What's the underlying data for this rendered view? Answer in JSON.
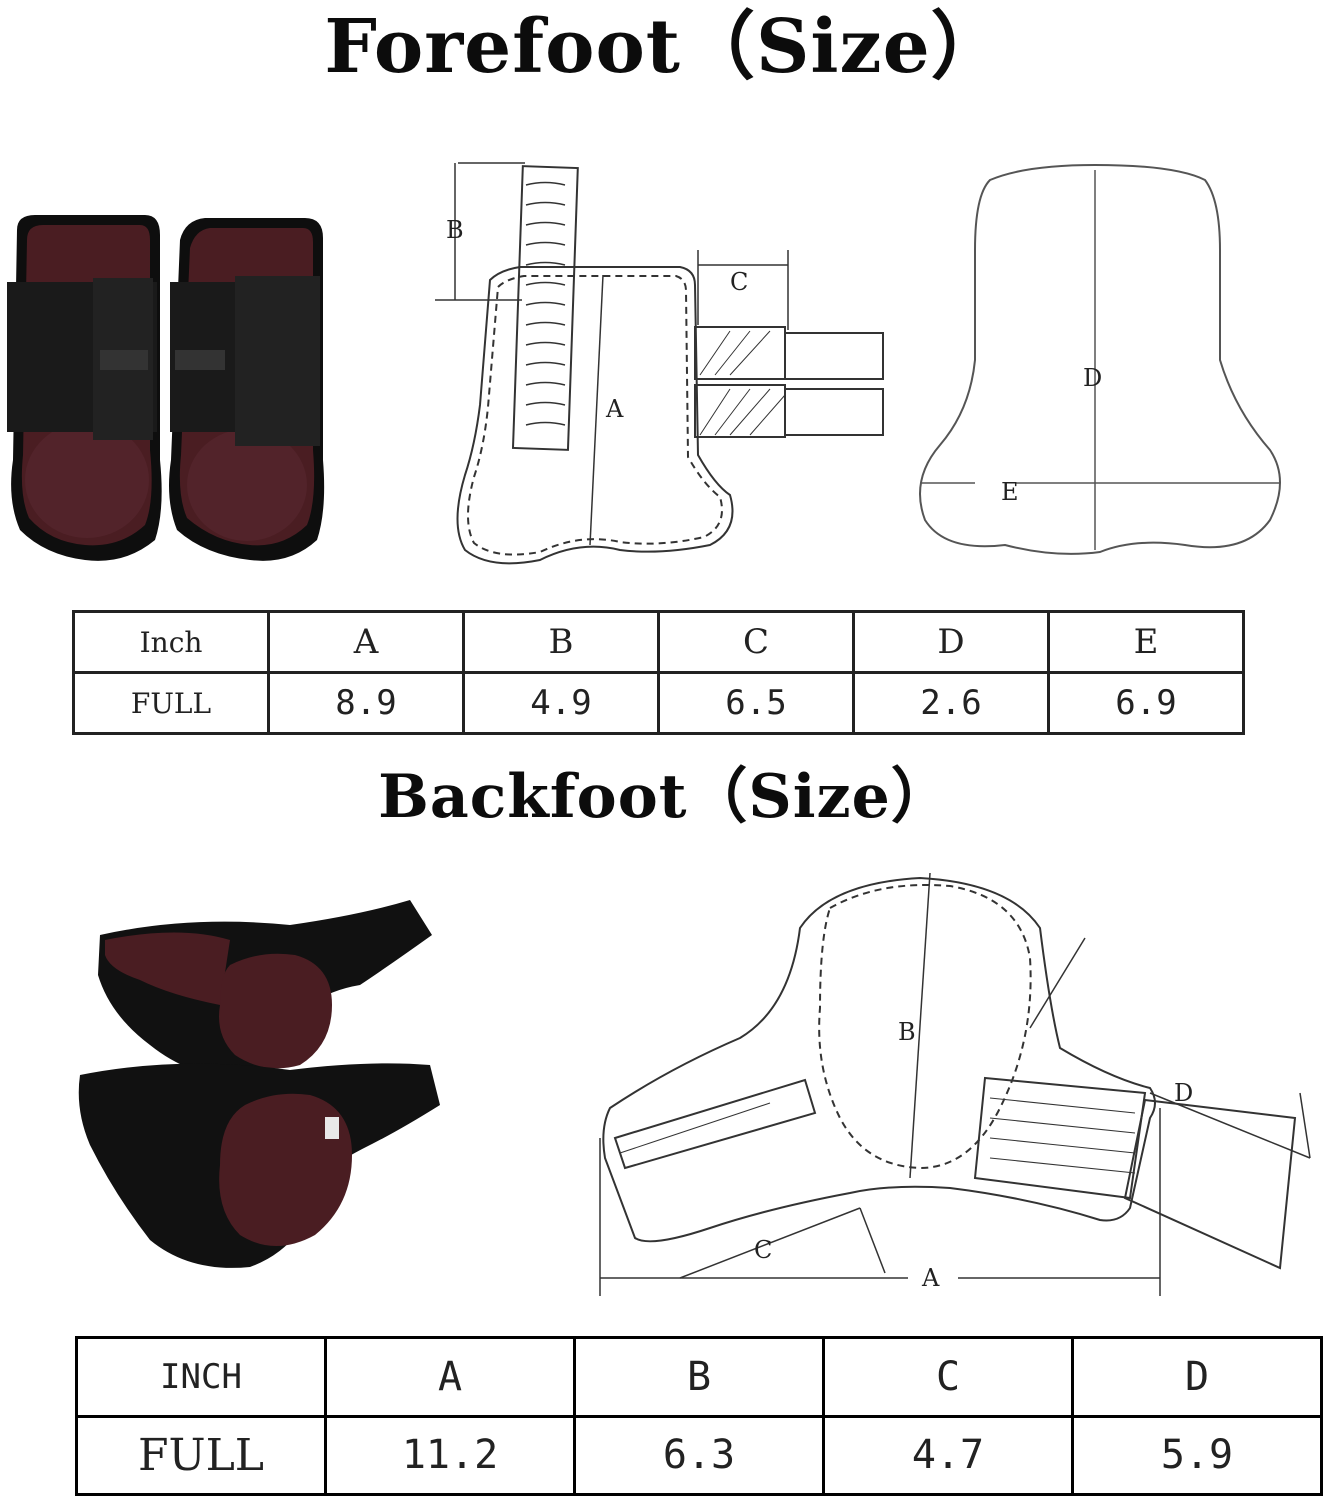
{
  "forefoot": {
    "title": "Forefoot（Size）",
    "diagram_labels": {
      "a": "A",
      "b": "B",
      "c": "C"
    },
    "outline_labels": {
      "d": "D",
      "e": "E"
    },
    "table": {
      "headers": [
        "Inch",
        "A",
        "B",
        "C",
        "D",
        "E"
      ],
      "rows": [
        [
          "FULL",
          "8.9",
          "4.9",
          "6.5",
          "2.6",
          "6.9"
        ]
      ]
    }
  },
  "backfoot": {
    "title": "Backfoot（Size）",
    "diagram_labels": {
      "a": "A",
      "b": "B",
      "c": "C",
      "d": "D"
    },
    "table": {
      "headers": [
        "INCH",
        "A",
        "B",
        "C",
        "D"
      ],
      "rows": [
        [
          "FULL",
          "11.2",
          "6.3",
          "4.7",
          "5.9"
        ]
      ]
    }
  },
  "colors": {
    "boot_shell": "#4a1d22",
    "boot_strap": "#151515",
    "line": "#333333"
  }
}
